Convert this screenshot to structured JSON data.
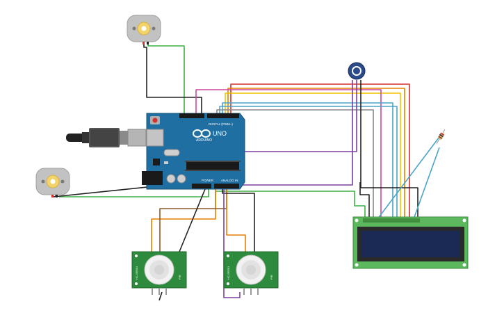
{
  "arduino": {
    "logo_text": "ARDUINO",
    "model_text": "UNO",
    "digital_label": "DIGITAL (PWM~)",
    "power_label": "POWER",
    "analog_label": "ANALOG IN"
  },
  "pir": {
    "side_label": "HC-SR501",
    "back_label": "PIR"
  },
  "colors": {
    "arduino_board": "#1f6fa3",
    "lcd_board": "#5cb85c",
    "lcd_screen": "#1a2a55",
    "pir_board": "#2e8b3e",
    "motor_body": "#bfbfbf",
    "potentiometer": "#2a4a8a",
    "wire_red": "#d32f2f",
    "wire_orange": "#e67e00",
    "wire_yellow": "#f2c200",
    "wire_green": "#3cb043",
    "wire_blue": "#4aa3c8",
    "wire_purple": "#7b3fa0",
    "wire_pink": "#d0469a",
    "wire_black": "#222222",
    "wire_brown": "#8a5a2b"
  },
  "icons": {
    "usb_cable": "usb-cable-icon",
    "dc_motor": "dc-motor-icon",
    "potentiometer": "potentiometer-icon",
    "resistor": "resistor-icon",
    "pir_sensor": "pir-sensor-icon",
    "lcd_display": "lcd-display-icon"
  }
}
